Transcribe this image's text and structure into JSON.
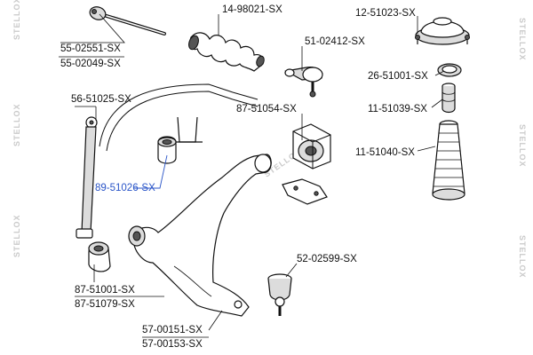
{
  "watermark_text": "STELLOX",
  "parts": {
    "inner_tie_rod": {
      "labels": [
        "55-02551-SX",
        "55-02049-SX"
      ]
    },
    "steering_boot": {
      "labels": [
        "14-98021-SX"
      ]
    },
    "strut_mount": {
      "labels": [
        "12-51023-SX"
      ]
    },
    "tie_rod_end": {
      "labels": [
        "51-02412-SX"
      ]
    },
    "bearing": {
      "labels": [
        "26-51001-SX"
      ]
    },
    "bump_stop": {
      "labels": [
        "11-51039-SX"
      ]
    },
    "stabilizer_link": {
      "labels": [
        "56-51025-SX"
      ]
    },
    "rear_bushing": {
      "labels": [
        "87-51054-SX"
      ]
    },
    "strut_boot": {
      "labels": [
        "11-51040-SX"
      ]
    },
    "stabilizer_bushing": {
      "labels": [
        "89-51026-SX"
      ],
      "highlight_color": "#2a55c8"
    },
    "ball_joint": {
      "labels": [
        "52-02599-SX"
      ]
    },
    "front_bushing": {
      "labels": [
        "87-51001-SX",
        "87-51079-SX"
      ]
    },
    "control_arm": {
      "labels": [
        "57-00151-SX",
        "57-00153-SX"
      ]
    }
  }
}
